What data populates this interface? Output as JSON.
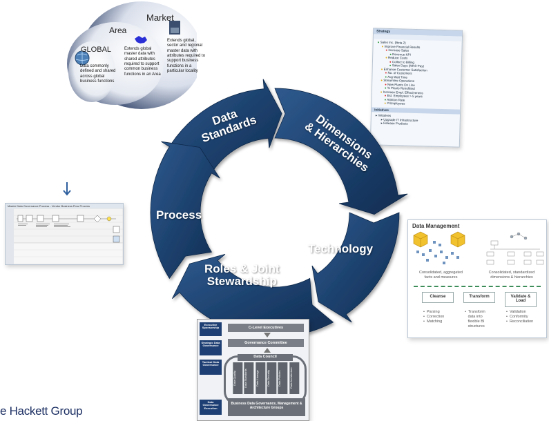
{
  "cycle": {
    "labels": {
      "data_standards": [
        "Data",
        "Standards"
      ],
      "dimensions": [
        "Dimensions",
        "& Hierarchies"
      ],
      "technology": "Technology",
      "roles": [
        "Roles & Joint",
        "Stewardship"
      ],
      "process": "Process"
    },
    "colors": {
      "arrow_dark": "#13345e",
      "arrow_light": "#2f5a8e"
    }
  },
  "venn": {
    "market": {
      "title": "Market",
      "text": [
        "Extends global,",
        "sector and  regional",
        "master data with",
        "attributes required to",
        "support business",
        "functions in a",
        "particular locality"
      ]
    },
    "area": {
      "title": "Area",
      "text": [
        "Extends global",
        "master data with",
        "shared attributes",
        "required to support",
        "common business",
        "functions in an Area"
      ]
    },
    "global": {
      "title": "GLOBAL",
      "text": [
        "Data commonly",
        "defined and shared",
        "across global",
        "business functions"
      ]
    }
  },
  "strategy_panel": {
    "header": "Strategy",
    "rows": [
      "Sales Inc. (Beta 2)",
      "Improve Financial Results",
      "Increase Sales",
      "Revenue KPI",
      "Reduce Costs",
      "Collect to Billing",
      "Sales Days (MRS-Pay)",
      "Enhance Customer Satisfaction",
      "No. of Customers",
      "Avg Wait Time",
      "Streamline Operations",
      "New Plants On Line",
      "% Plants Retrofitted",
      "Increase Empl. Effectiveness",
      "Est. Employees > 5 years",
      "Attrition Rate",
      "# Employees"
    ],
    "sub_header": "Initiatives",
    "sub_rows": [
      "Initiatives",
      "Upgrade IT Infrastructure",
      "Release Products"
    ]
  },
  "process_panel": {
    "title": "Master Data Governance Process - Vendor Business Flow Process"
  },
  "data_management": {
    "title": "Data Management",
    "left_caption": [
      "Consolidated, aggregated",
      "facts and measures"
    ],
    "right_caption": [
      "Consolidated, standardized",
      "dimensions & hierarchies"
    ],
    "boxes": [
      {
        "title": "Cleanse",
        "items": [
          "Parsing",
          "Correction",
          "Matching"
        ]
      },
      {
        "title": "Transform",
        "items": [
          "Transform",
          "data into",
          "flexible BI",
          "structures"
        ]
      },
      {
        "title": "Validate & Load",
        "items": [
          "Validation",
          "Conformity",
          "Reconciliation"
        ]
      }
    ]
  },
  "governance": {
    "side_labels": [
      "Executive Sponsorship",
      "Strategic Data Governance",
      "Tactical Data Governance",
      "Data Governance Execution"
    ],
    "bars": [
      "C-Level Executives",
      "Governance Committee",
      "Data Council",
      "Business Data Governance, Management & Architecture Groups"
    ],
    "columns": [
      "Data Quality",
      "Data Standards",
      "Data Lineage",
      "Data Security",
      "Data Policies",
      "Data Architecture"
    ]
  },
  "footer": {
    "brand": "e Hackett Group"
  }
}
